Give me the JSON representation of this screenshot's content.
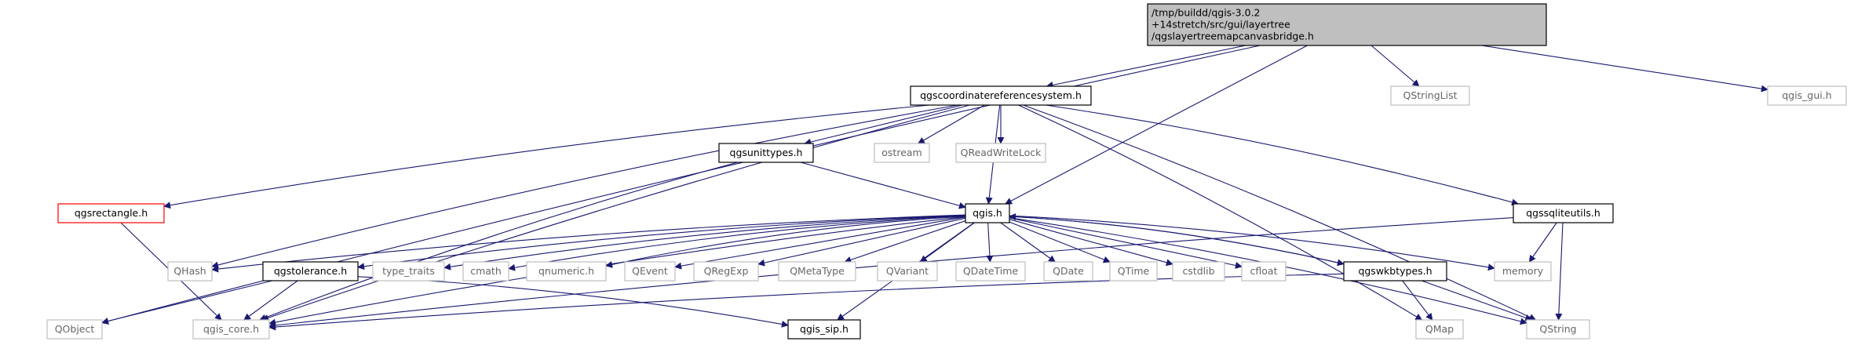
{
  "colors": {
    "edge": "#191970",
    "root_fill": "#bfbfbf",
    "node_border": "#000000",
    "external_border": "#bfbfbf",
    "truncated_border": "#ff0000",
    "external_text": "#666666",
    "text": "#000000"
  },
  "nodes": [
    {
      "id": "root",
      "lines": [
        "/tmp/buildd/qgis-3.0.2",
        "+14stretch/src/gui/layertree",
        "/qgslayertreemapcanvasbridge.h"
      ],
      "kind": "root"
    },
    {
      "id": "crs",
      "lines": [
        "qgscoordinatereferencesystem.h"
      ],
      "kind": "doc"
    },
    {
      "id": "qstringlist",
      "lines": [
        "QStringList"
      ],
      "kind": "ext"
    },
    {
      "id": "qgis_gui",
      "lines": [
        "qgis_gui.h"
      ],
      "kind": "ext"
    },
    {
      "id": "qgsunittypes",
      "lines": [
        "qgsunittypes.h"
      ],
      "kind": "doc"
    },
    {
      "id": "ostream",
      "lines": [
        "ostream"
      ],
      "kind": "ext"
    },
    {
      "id": "qreadwritelock",
      "lines": [
        "QReadWriteLock"
      ],
      "kind": "ext"
    },
    {
      "id": "qgsrectangle",
      "lines": [
        "qgsrectangle.h"
      ],
      "kind": "trunc"
    },
    {
      "id": "qgis",
      "lines": [
        "qgis.h"
      ],
      "kind": "doc"
    },
    {
      "id": "qgssqliteutils",
      "lines": [
        "qgssqliteutils.h"
      ],
      "kind": "doc"
    },
    {
      "id": "qhash",
      "lines": [
        "QHash"
      ],
      "kind": "ext"
    },
    {
      "id": "qgstolerance",
      "lines": [
        "qgstolerance.h"
      ],
      "kind": "doc"
    },
    {
      "id": "type_traits",
      "lines": [
        "type_traits"
      ],
      "kind": "ext"
    },
    {
      "id": "cmath",
      "lines": [
        "cmath"
      ],
      "kind": "ext"
    },
    {
      "id": "qnumeric",
      "lines": [
        "qnumeric.h"
      ],
      "kind": "ext"
    },
    {
      "id": "qevent",
      "lines": [
        "QEvent"
      ],
      "kind": "ext"
    },
    {
      "id": "qregexp",
      "lines": [
        "QRegExp"
      ],
      "kind": "ext"
    },
    {
      "id": "qmetatype",
      "lines": [
        "QMetaType"
      ],
      "kind": "ext"
    },
    {
      "id": "qvariant",
      "lines": [
        "QVariant"
      ],
      "kind": "ext"
    },
    {
      "id": "qdatetime",
      "lines": [
        "QDateTime"
      ],
      "kind": "ext"
    },
    {
      "id": "qdate",
      "lines": [
        "QDate"
      ],
      "kind": "ext"
    },
    {
      "id": "qtime",
      "lines": [
        "QTime"
      ],
      "kind": "ext"
    },
    {
      "id": "cstdlib",
      "lines": [
        "cstdlib"
      ],
      "kind": "ext"
    },
    {
      "id": "cfloat",
      "lines": [
        "cfloat"
      ],
      "kind": "ext"
    },
    {
      "id": "qgswkbtypes",
      "lines": [
        "qgswkbtypes.h"
      ],
      "kind": "doc"
    },
    {
      "id": "memory",
      "lines": [
        "memory"
      ],
      "kind": "ext"
    },
    {
      "id": "qobject",
      "lines": [
        "QObject"
      ],
      "kind": "ext"
    },
    {
      "id": "qgis_core",
      "lines": [
        "qgis_core.h"
      ],
      "kind": "ext"
    },
    {
      "id": "qgis_sip",
      "lines": [
        "qgis_sip.h"
      ],
      "kind": "doc"
    },
    {
      "id": "qmap",
      "lines": [
        "QMap"
      ],
      "kind": "ext"
    },
    {
      "id": "qstring",
      "lines": [
        "QString"
      ],
      "kind": "ext"
    }
  ],
  "edges": [
    [
      "root",
      "crs"
    ],
    [
      "root",
      "qstringlist"
    ],
    [
      "root",
      "qgis_gui"
    ],
    [
      "root",
      "qgis"
    ],
    [
      "root",
      "qobject"
    ],
    [
      "crs",
      "qgsunittypes"
    ],
    [
      "crs",
      "ostream"
    ],
    [
      "crs",
      "qreadwritelock"
    ],
    [
      "crs",
      "qgis"
    ],
    [
      "crs",
      "qgsrectangle"
    ],
    [
      "crs",
      "qgssqliteutils"
    ],
    [
      "crs",
      "qhash"
    ],
    [
      "crs",
      "qgis_core"
    ],
    [
      "crs",
      "qmap"
    ],
    [
      "crs",
      "qstring"
    ],
    [
      "qgsunittypes",
      "qgis"
    ],
    [
      "qgsunittypes",
      "qgis_core"
    ],
    [
      "qgsrectangle",
      "qgis_core"
    ],
    [
      "qgis",
      "qhash"
    ],
    [
      "qgis",
      "qgstolerance"
    ],
    [
      "qgis",
      "type_traits"
    ],
    [
      "qgis",
      "cmath"
    ],
    [
      "qgis",
      "qnumeric"
    ],
    [
      "qgis",
      "qevent"
    ],
    [
      "qgis",
      "qregexp"
    ],
    [
      "qgis",
      "qmetatype"
    ],
    [
      "qgis",
      "qvariant"
    ],
    [
      "qgis",
      "qdatetime"
    ],
    [
      "qgis",
      "qdate"
    ],
    [
      "qgis",
      "qtime"
    ],
    [
      "qgis",
      "cstdlib"
    ],
    [
      "qgis",
      "cfloat"
    ],
    [
      "qgis",
      "qgswkbtypes"
    ],
    [
      "qgis",
      "memory"
    ],
    [
      "qgis",
      "qgis_core"
    ],
    [
      "qgis",
      "qgis_sip"
    ],
    [
      "qgis",
      "qstring"
    ],
    [
      "qgssqliteutils",
      "memory"
    ],
    [
      "qgssqliteutils",
      "qgis_core"
    ],
    [
      "qgssqliteutils",
      "qstring"
    ],
    [
      "qgstolerance",
      "qobject"
    ],
    [
      "qgstolerance",
      "qgis_core"
    ],
    [
      "qgstolerance",
      "qgis_sip"
    ],
    [
      "qgswkbtypes",
      "qgis"
    ],
    [
      "qgswkbtypes",
      "qgis_core"
    ],
    [
      "qgswkbtypes",
      "qmap"
    ],
    [
      "qgswkbtypes",
      "qstring"
    ]
  ]
}
